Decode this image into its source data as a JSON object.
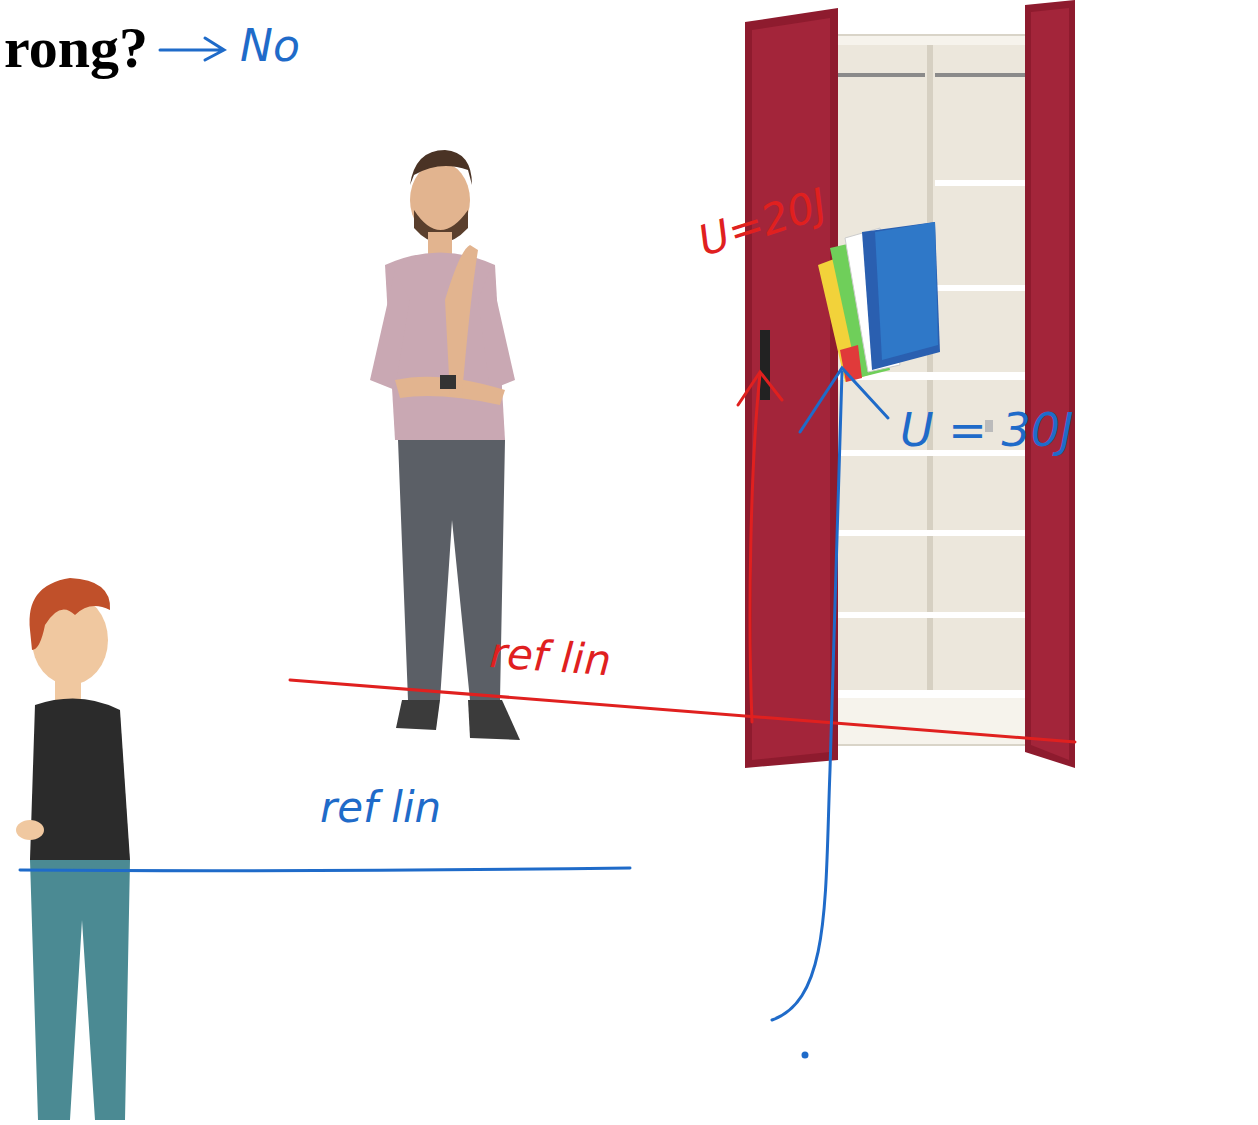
{
  "diagram": {
    "title": "rong?",
    "labels": [
      "No",
      "U=20J",
      "U = 30J",
      "ref lin",
      "ref lin"
    ]
  }
}
